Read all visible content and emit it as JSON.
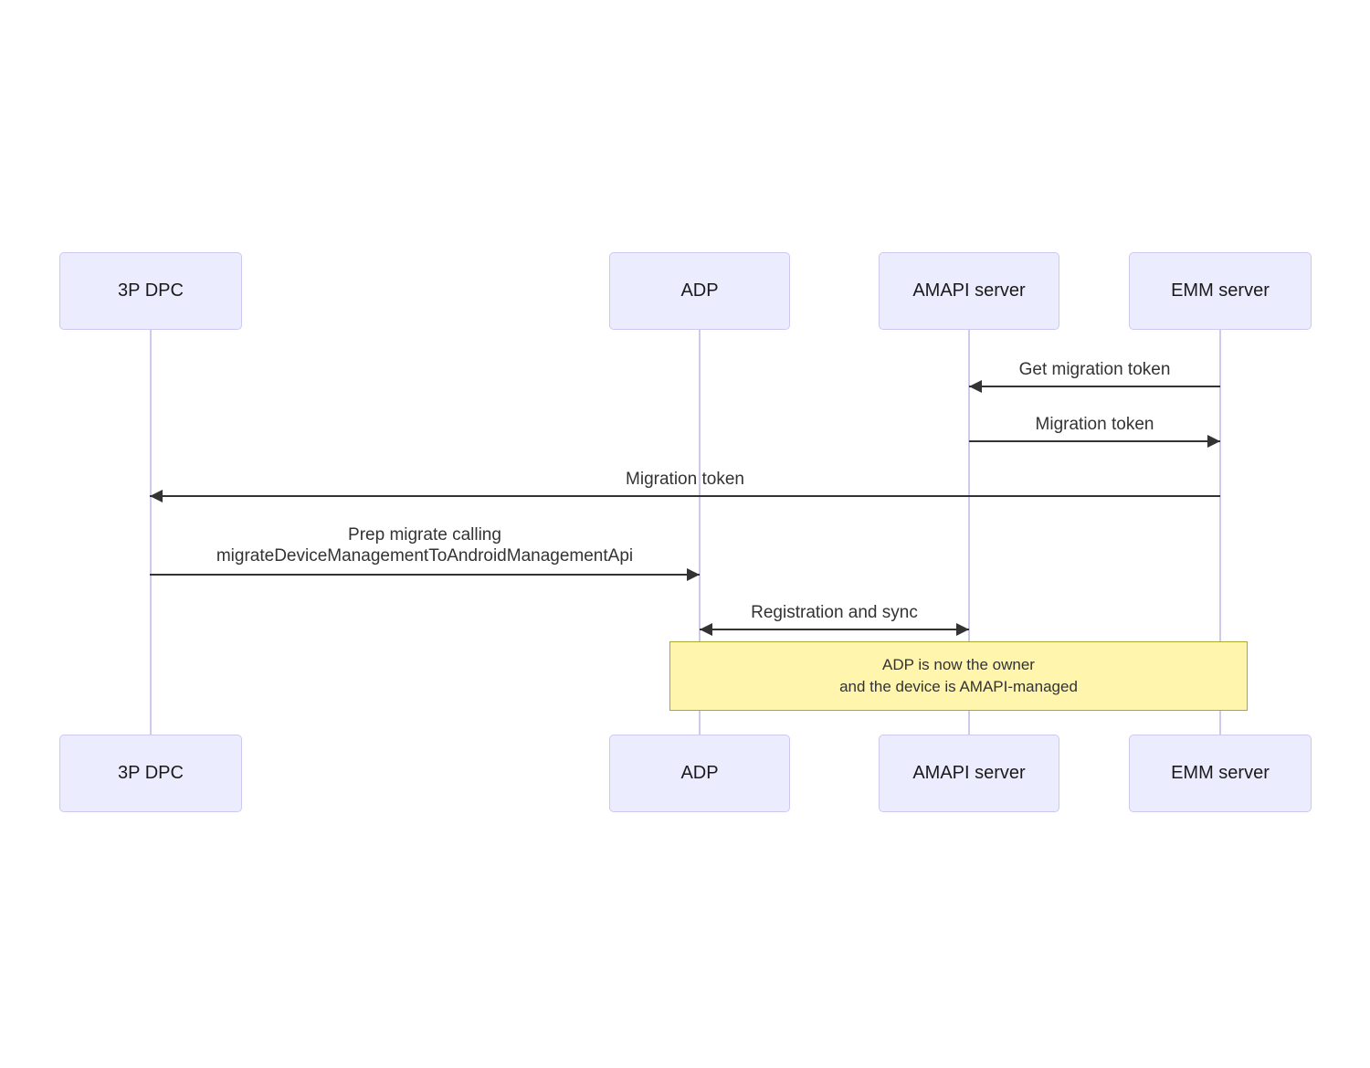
{
  "diagram": {
    "type": "sequence-diagram",
    "actors": [
      {
        "id": "3p-dpc",
        "label": "3P DPC"
      },
      {
        "id": "adp",
        "label": "ADP"
      },
      {
        "id": "amapi-server",
        "label": "AMAPI server"
      },
      {
        "id": "emm-server",
        "label": "EMM server"
      }
    ],
    "messages": [
      {
        "from": "emm-server",
        "to": "amapi-server",
        "direction": "left",
        "label": "Get migration token"
      },
      {
        "from": "amapi-server",
        "to": "emm-server",
        "direction": "right",
        "label": "Migration token"
      },
      {
        "from": "emm-server",
        "to": "3p-dpc",
        "direction": "left",
        "label": "Migration token"
      },
      {
        "from": "3p-dpc",
        "to": "adp",
        "direction": "right",
        "lines": [
          "Prep migrate calling",
          "migrateDeviceManagementToAndroidManagementApi"
        ]
      },
      {
        "from": "adp",
        "to": "amapi-server",
        "direction": "both",
        "label": "Registration and sync"
      }
    ],
    "note": {
      "over": [
        "adp",
        "emm-server"
      ],
      "lines": [
        "ADP is now the owner",
        "and the device is AMAPI-managed"
      ]
    },
    "colors": {
      "actor_fill": "#ECECFF",
      "actor_border": "#CFC8EE",
      "lifeline": "#D2C8EC",
      "arrow": "#333333",
      "text": "#333333",
      "actor_text": "#1A1A1A",
      "note_fill": "#FFF5AD",
      "note_border": "#AAAA33"
    }
  }
}
